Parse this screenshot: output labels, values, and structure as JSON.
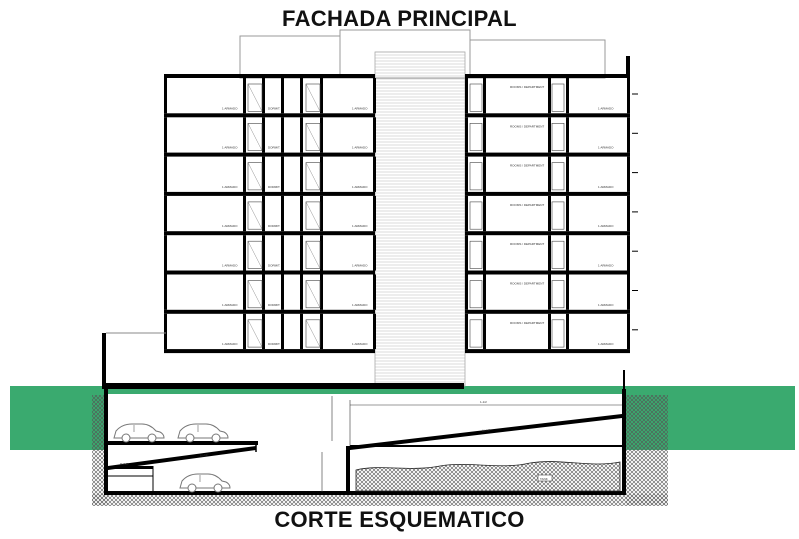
{
  "titles": {
    "top": "FACHADA PRINCIPAL",
    "bottom": "CORTE ESQUEMATICO"
  },
  "colors": {
    "ground": "#3aaa6f",
    "structure": "#000000",
    "outline": "#222222",
    "hatch": "#444444",
    "water": "#333333"
  },
  "floors": 7,
  "labels": {
    "apartment": "1 ARMADO",
    "bedroom": "DORMIT.",
    "room_block": "ROOMS / DEPARTMENT",
    "ramp_upper": "RAMP",
    "ramp_lower": "RAMP",
    "ramp_small": "RAMP",
    "dim_top": "1-1/2",
    "tank": "TANK"
  }
}
